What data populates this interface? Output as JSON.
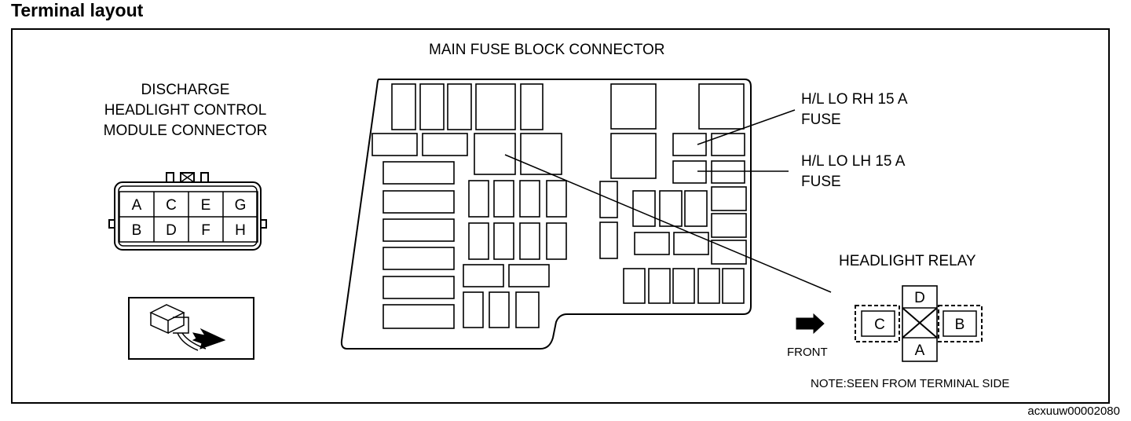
{
  "title": "Terminal layout",
  "discharge": {
    "line1": "DISCHARGE",
    "line2": "HEADLIGHT CONTROL",
    "line3": "MODULE CONNECTOR"
  },
  "connector_terminals": {
    "top": [
      "A",
      "C",
      "E",
      "G"
    ],
    "bottom": [
      "B",
      "D",
      "F",
      "H"
    ]
  },
  "main_fuse_block": {
    "label": "MAIN FUSE BLOCK CONNECTOR"
  },
  "callouts": {
    "rh": {
      "line1": "H/L LO RH 15 A",
      "line2": "FUSE"
    },
    "lh": {
      "line1": "H/L LO LH 15 A",
      "line2": "FUSE"
    }
  },
  "headlight_relay": {
    "label": "HEADLIGHT RELAY",
    "terminals": {
      "top": "D",
      "bottom": "A",
      "left": "C",
      "right": "B"
    }
  },
  "front_label": "FRONT",
  "note": "NOTE:SEEN FROM TERMINAL SIDE",
  "image_code": "acxuuw00002080"
}
